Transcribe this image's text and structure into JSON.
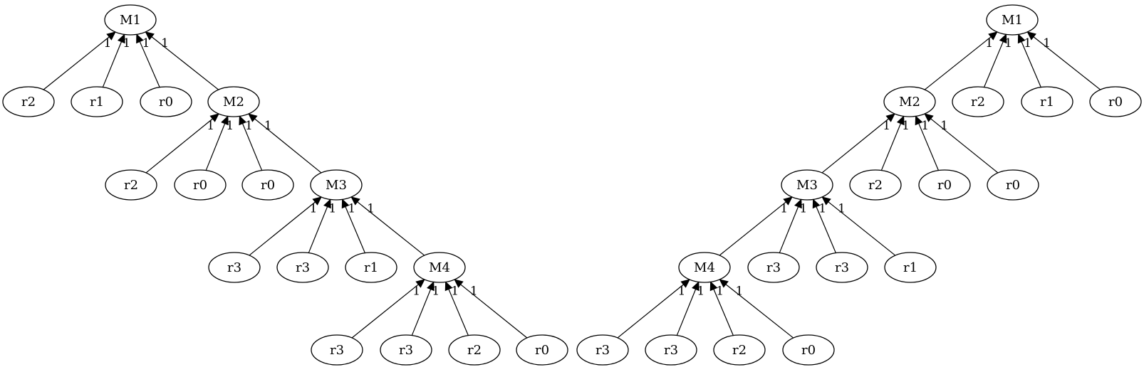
{
  "graphs": [
    {
      "nodes": [
        {
          "id": "L_M1",
          "label": "M1"
        },
        {
          "id": "L_r2a",
          "label": "r2"
        },
        {
          "id": "L_r1a",
          "label": "r1"
        },
        {
          "id": "L_r0a",
          "label": "r0"
        },
        {
          "id": "L_M2",
          "label": "M2"
        },
        {
          "id": "L_r2b",
          "label": "r2"
        },
        {
          "id": "L_r0b",
          "label": "r0"
        },
        {
          "id": "L_r0c",
          "label": "r0"
        },
        {
          "id": "L_M3",
          "label": "M3"
        },
        {
          "id": "L_r3a",
          "label": "r3"
        },
        {
          "id": "L_r3b",
          "label": "r3"
        },
        {
          "id": "L_r1b",
          "label": "r1"
        },
        {
          "id": "L_M4",
          "label": "M4"
        },
        {
          "id": "L_r3c",
          "label": "r3"
        },
        {
          "id": "L_r3d",
          "label": "r3"
        },
        {
          "id": "L_r2c",
          "label": "r2"
        },
        {
          "id": "L_r0d",
          "label": "r0"
        }
      ],
      "edges": [
        {
          "from": "L_r2a",
          "to": "L_M1",
          "label": "1"
        },
        {
          "from": "L_r1a",
          "to": "L_M1",
          "label": "1"
        },
        {
          "from": "L_r0a",
          "to": "L_M1",
          "label": "1"
        },
        {
          "from": "L_M2",
          "to": "L_M1",
          "label": "1"
        },
        {
          "from": "L_r2b",
          "to": "L_M2",
          "label": "1"
        },
        {
          "from": "L_r0b",
          "to": "L_M2",
          "label": "1"
        },
        {
          "from": "L_r0c",
          "to": "L_M2",
          "label": "1"
        },
        {
          "from": "L_M3",
          "to": "L_M2",
          "label": "1"
        },
        {
          "from": "L_r3a",
          "to": "L_M3",
          "label": "1"
        },
        {
          "from": "L_r3b",
          "to": "L_M3",
          "label": "1"
        },
        {
          "from": "L_r1b",
          "to": "L_M3",
          "label": "1"
        },
        {
          "from": "L_M4",
          "to": "L_M3",
          "label": "1"
        },
        {
          "from": "L_r3c",
          "to": "L_M4",
          "label": "1"
        },
        {
          "from": "L_r3d",
          "to": "L_M4",
          "label": "1"
        },
        {
          "from": "L_r2c",
          "to": "L_M4",
          "label": "1"
        },
        {
          "from": "L_r0d",
          "to": "L_M4",
          "label": "1"
        }
      ]
    },
    {
      "nodes": [
        {
          "id": "R_M1",
          "label": "M1"
        },
        {
          "id": "R_M2",
          "label": "M2"
        },
        {
          "id": "R_r2a",
          "label": "r2"
        },
        {
          "id": "R_r1a",
          "label": "r1"
        },
        {
          "id": "R_r0a",
          "label": "r0"
        },
        {
          "id": "R_M3",
          "label": "M3"
        },
        {
          "id": "R_r2b",
          "label": "r2"
        },
        {
          "id": "R_r0b",
          "label": "r0"
        },
        {
          "id": "R_r0c",
          "label": "r0"
        },
        {
          "id": "R_M4",
          "label": "M4"
        },
        {
          "id": "R_r3a",
          "label": "r3"
        },
        {
          "id": "R_r3b",
          "label": "r3"
        },
        {
          "id": "R_r1b",
          "label": "r1"
        },
        {
          "id": "R_r3c",
          "label": "r3"
        },
        {
          "id": "R_r3d",
          "label": "r3"
        },
        {
          "id": "R_r2c",
          "label": "r2"
        },
        {
          "id": "R_r0d",
          "label": "r0"
        }
      ],
      "edges": [
        {
          "from": "R_M2",
          "to": "R_M1",
          "label": "1"
        },
        {
          "from": "R_r2a",
          "to": "R_M1",
          "label": "1"
        },
        {
          "from": "R_r1a",
          "to": "R_M1",
          "label": "1"
        },
        {
          "from": "R_r0a",
          "to": "R_M1",
          "label": "1"
        },
        {
          "from": "R_M3",
          "to": "R_M2",
          "label": "1"
        },
        {
          "from": "R_r2b",
          "to": "R_M2",
          "label": "1"
        },
        {
          "from": "R_r0b",
          "to": "R_M2",
          "label": "1"
        },
        {
          "from": "R_r0c",
          "to": "R_M2",
          "label": "1"
        },
        {
          "from": "R_M4",
          "to": "R_M3",
          "label": "1"
        },
        {
          "from": "R_r3a",
          "to": "R_M3",
          "label": "1"
        },
        {
          "from": "R_r3b",
          "to": "R_M3",
          "label": "1"
        },
        {
          "from": "R_r1b",
          "to": "R_M3",
          "label": "1"
        },
        {
          "from": "R_r3c",
          "to": "R_M4",
          "label": "1"
        },
        {
          "from": "R_r3d",
          "to": "R_M4",
          "label": "1"
        },
        {
          "from": "R_r2c",
          "to": "R_M4",
          "label": "1"
        },
        {
          "from": "R_r0d",
          "to": "R_M4",
          "label": "1"
        }
      ]
    }
  ]
}
